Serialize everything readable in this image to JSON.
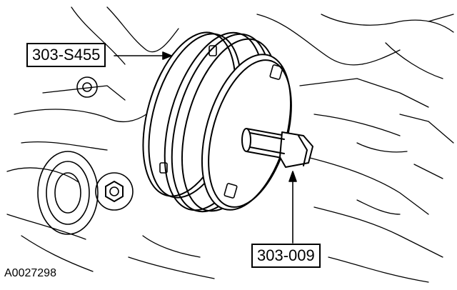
{
  "labels": {
    "tool_puller": "303-S455",
    "tool_bolt": "303-009"
  },
  "figure_id": "A0027298",
  "colors": {
    "ink": "#000000",
    "paper": "#ffffff"
  }
}
